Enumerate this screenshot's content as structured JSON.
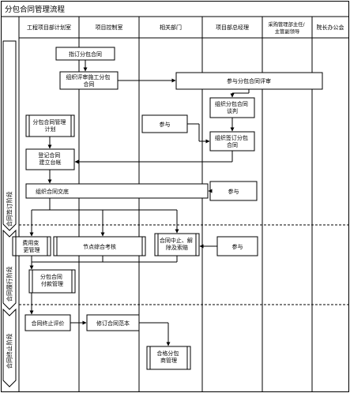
{
  "title": "分包合同管理流程",
  "lanes": [
    "工程项目部计划室",
    "项目控制室",
    "相关部门",
    "项目部总经理",
    [
      "采购管理部主任/",
      "主管副领导"
    ],
    "院长办公会"
  ],
  "phases": [
    "合同签订阶段",
    "合同履行阶段",
    "合同终止阶段"
  ],
  "nodes": {
    "sign_subcontract": "指订分包合同",
    "org_review_prep": [
      "组织评审施工分包",
      "合同"
    ],
    "participate_review": "参与分包合同评审",
    "org_negotiation": [
      "组织分包合同",
      "谈判"
    ],
    "participate_1": "参与",
    "org_signing": [
      "组织签订分包",
      "合同"
    ],
    "contract_plan": [
      "分包合同管理",
      "计划"
    ],
    "register_ledger": [
      "登记合同",
      "建立台帐"
    ],
    "org_handover": "组织合同交底",
    "participate_2": "参与",
    "cost_change": [
      "费用变",
      "更管理"
    ],
    "node_assessment": "节点综合考核",
    "suspend_terminate": [
      "合同中止、解",
      "除及索赔"
    ],
    "participate_3": "参与",
    "payment_mgmt": [
      "分包合同",
      "付款管理"
    ],
    "termination_eval": "合同终止评价",
    "revise_template": "修订合同范本",
    "qualified_mgmt": [
      "合格分包",
      "商管理"
    ]
  }
}
